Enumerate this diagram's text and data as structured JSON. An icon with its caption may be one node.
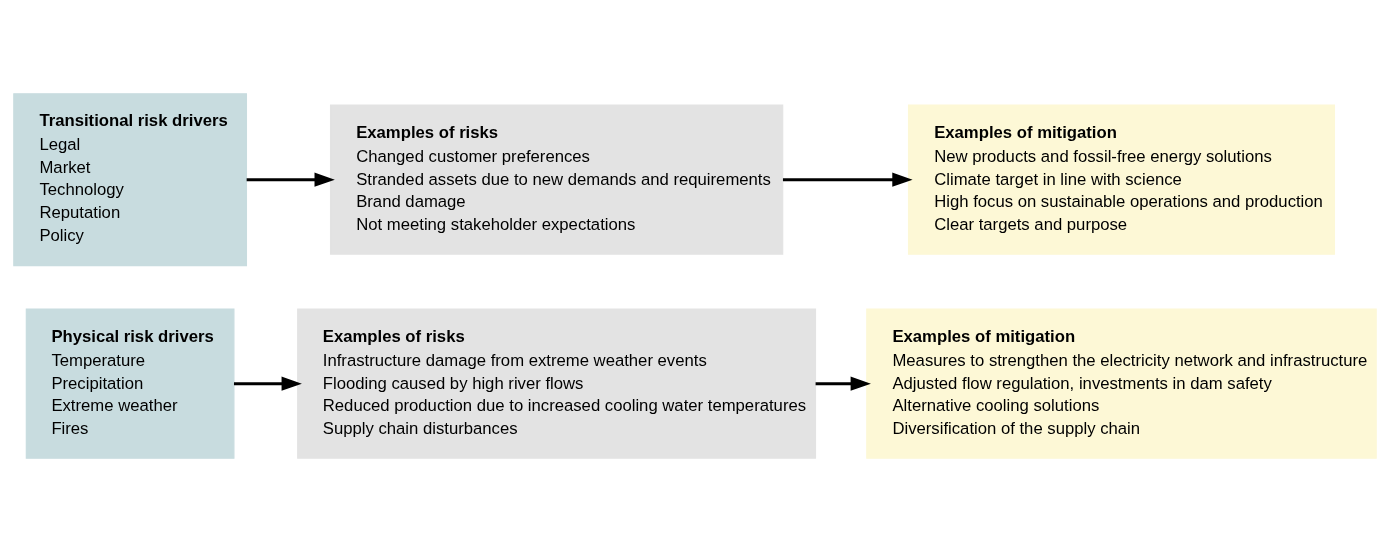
{
  "diagram": {
    "nodes": [
      {
        "text": [
          "Physical risk drivers",
          "Temperature",
          "Precipitation",
          "Extreme weather",
          "Fires"
        ]
      },
      {
        "text": [
          "Examples of risks",
          "Infrastructure damage from extreme weather events",
          "Flooding caused by high river flows",
          "Reduced production due to increased cooling water temperatures",
          "Supply chain disturbances"
        ]
      },
      {
        "text": [
          "Examples of mitigation",
          "Measures to strengthen the electricity network and infrastructure",
          "Adjusted flow regulation, investments in dam safety",
          "Alternative cooling solutions",
          "Diversification of the supply chain"
        ]
      },
      {
        "text": [
          "Transitional risk drivers",
          "Legal",
          "Market",
          "Technology",
          "Reputation",
          "Policy"
        ]
      },
      {
        "text": [
          "Examples of risks",
          "Changed customer preferences",
          "Stranded assets due to new demands and requirements",
          "Brand damage",
          "Not meeting stakeholder expectations"
        ]
      },
      {
        "text": [
          "Examples of mitigation",
          "New products and fossil-free energy solutions",
          "Climate target in line with science",
          "High focus on sustainable operations and production",
          "Clear targets and purpose"
        ]
      }
    ],
    "edges": [
      {
        "from": 0,
        "to": 1,
        "arrow": "to"
      },
      {
        "from": 1,
        "to": 2,
        "arrow": "to"
      },
      {
        "from": 3,
        "to": 4,
        "arrow": "to"
      },
      {
        "from": 4,
        "to": 5,
        "arrow": "to"
      }
    ]
  }
}
